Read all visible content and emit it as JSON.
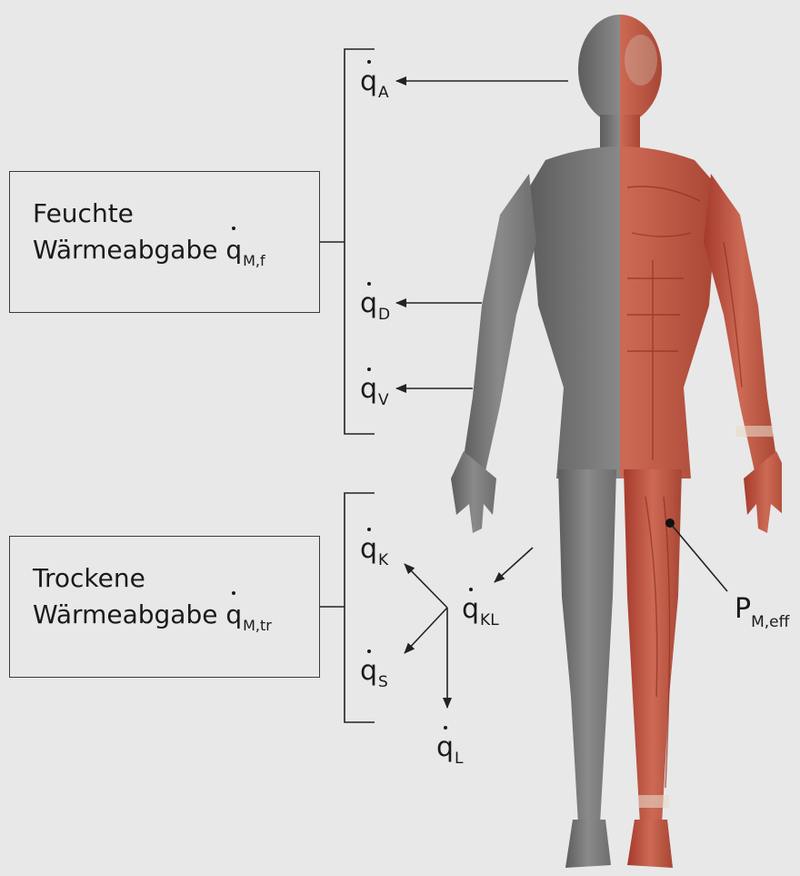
{
  "boxes": {
    "feucht": {
      "line1": "Feuchte",
      "line2_prefix": "Wärmeabgabe ",
      "symbol": "q",
      "sub": "M,f"
    },
    "trocken": {
      "line1": "Trockene",
      "line2_prefix": "Wärmeabgabe ",
      "symbol": "q",
      "sub": "M,tr"
    }
  },
  "labels": {
    "qA": {
      "symbol": "q",
      "sub": "A"
    },
    "qD": {
      "symbol": "q",
      "sub": "D"
    },
    "qV": {
      "symbol": "q",
      "sub": "V"
    },
    "qK": {
      "symbol": "q",
      "sub": "K"
    },
    "qKL": {
      "symbol": "q",
      "sub": "KL"
    },
    "qS": {
      "symbol": "q",
      "sub": "S"
    },
    "qL": {
      "symbol": "q",
      "sub": "L"
    },
    "peff": {
      "symbol": "P",
      "sub": "M,eff"
    }
  },
  "colors": {
    "skin_gray": "#7a7a7a",
    "muscle_red": "#b9503e",
    "line": "#222222",
    "background": "#e8e8e8"
  }
}
